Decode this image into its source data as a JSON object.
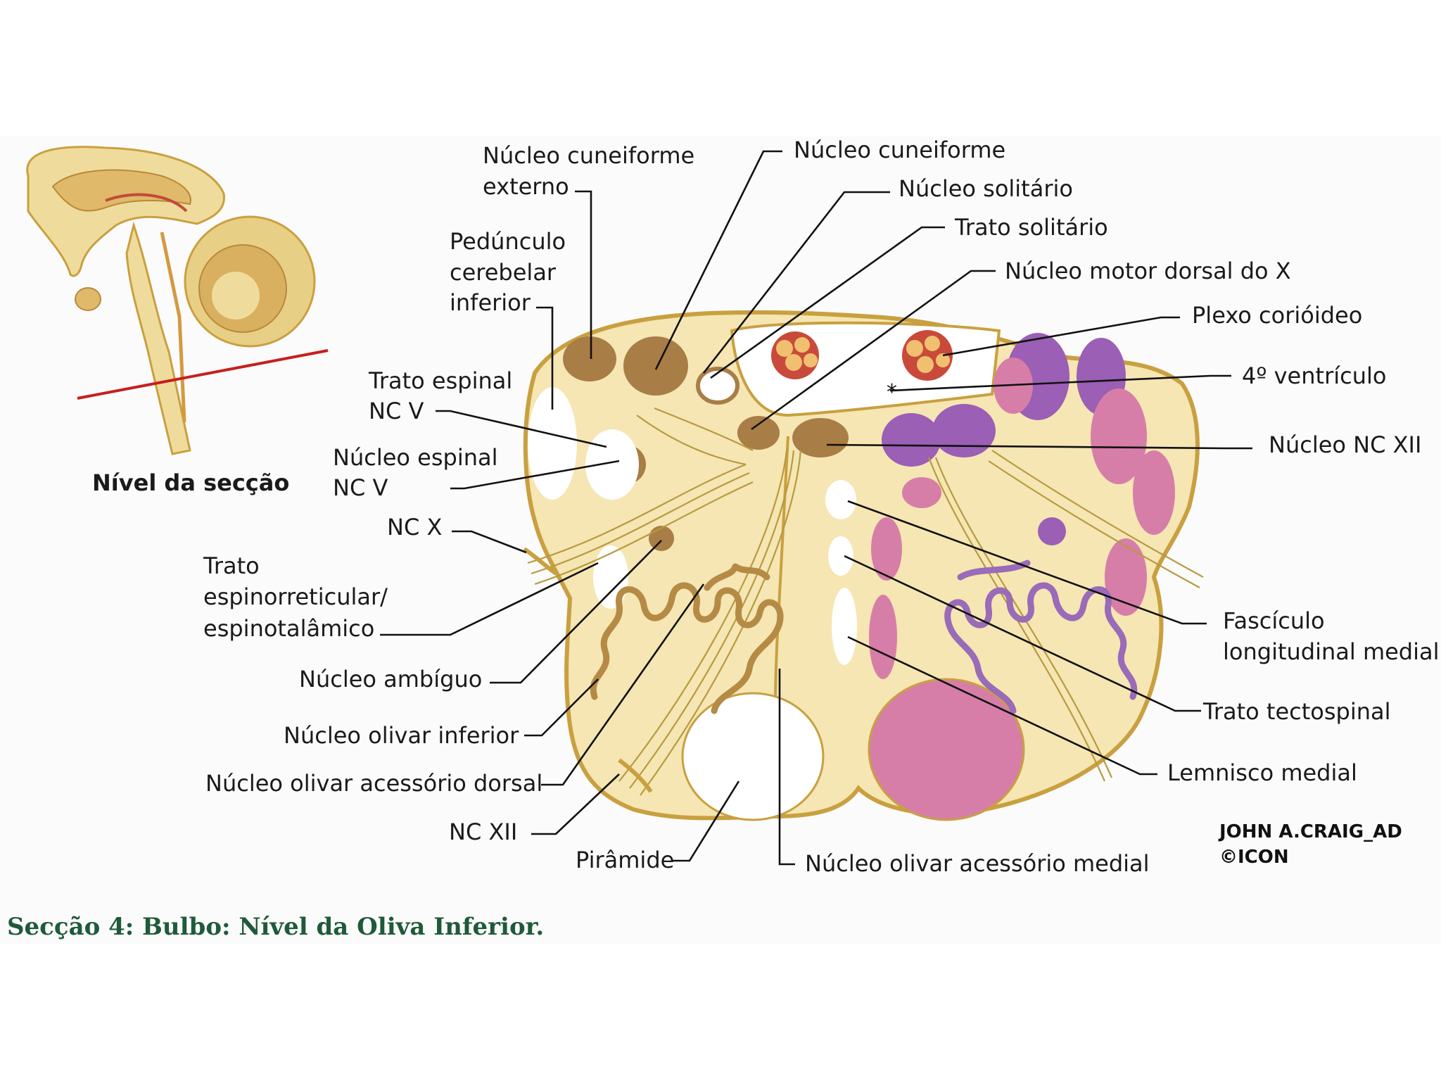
{
  "diagram": {
    "caption": "Secção 4:  Bulbo: Nível da Oliva Inferior.",
    "inset_label": "Nível da secção",
    "signature": "JOHN A.CRAIG_AD",
    "publisher_mark": "©ICON",
    "labels": {
      "cuneiforme_externo": [
        "Núcleo cuneiforme",
        "externo"
      ],
      "cuneiforme": "Núcleo cuneiforme",
      "solitario": "Núcleo solitário",
      "trato_solitario": "Trato solitário",
      "motor_dorsal_x": "Núcleo motor dorsal do X",
      "plexo": "Plexo corióideo",
      "ventriculo": "4º ventrículo",
      "nc_xii_nucleus": "Núcleo NC XII",
      "pedunculo": [
        "Pedúnculo",
        "cerebelar",
        "inferior"
      ],
      "trato_espinal": [
        "Trato espinal",
        "NC V"
      ],
      "nucleo_espinal": [
        "Núcleo espinal",
        "NC V"
      ],
      "nc_x": "NC X",
      "espinorreticular": [
        "Trato",
        "espinorreticular/",
        "espinotalâmico"
      ],
      "ambiguo": "Núcleo ambíguo",
      "olivar_inferior": "Núcleo olivar inferior",
      "olivar_dorsal": "Núcleo olivar acessório dorsal",
      "nc_xii": "NC XII",
      "piramide": "Pirâmide",
      "olivar_medial": "Núcleo olivar acessório medial",
      "fasciculo": [
        "Fascículo",
        "longitudinal medial"
      ],
      "tectospinal": "Trato tectospinal",
      "lemnisco": "Lemnisco medial"
    },
    "colors": {
      "tissue": "#f5e6b3",
      "outline": "#c9a040",
      "nucleus_brown": "#a87d46",
      "tract_white": "#ffffff",
      "purple": "#9b5fb5",
      "pink": "#d77ea8",
      "caption_green": "#1f5a3a"
    }
  }
}
